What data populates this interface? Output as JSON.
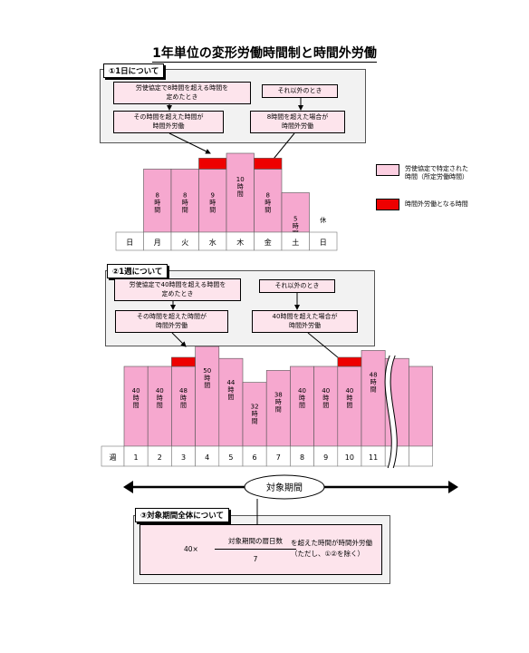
{
  "title": "1年単位の変形労働時間制と時間外労働",
  "section1": {
    "tag": "①1日について",
    "agreement_box": "労使協定で8時間を超える時間を\n定めたとき",
    "other_box": "それ以外のとき",
    "result_left": "その時間を超えた時間が\n時間外労働",
    "result_right": "8時間を超えた場合が\n時間外労働"
  },
  "section2": {
    "tag": "②1週について",
    "agreement_box": "労使協定で40時間を超える時間を\n定めたとき",
    "other_box": "それ以外のとき",
    "result_left": "その時間を超えた時間が\n時間外労働",
    "result_right": "40時間を超えた場合が\n時間外労働"
  },
  "section3": {
    "tag": "③対象期間全体について",
    "prefix": "40×",
    "numerator": "対象期間の暦日数",
    "denominator": "7",
    "suffix_line1": "を超えた時間が時間外労働",
    "suffix_line2": "（ただし、①②を除く）"
  },
  "period_label": "対象期間",
  "legend": [
    {
      "text": "労使協定で特定された\n時間（所定労働時間）",
      "color": "#fccfe1"
    },
    {
      "text": "時間外労働となる時間",
      "color": "#ee0000"
    }
  ],
  "colors": {
    "pink": "#f6a8cf",
    "red": "#ee0000",
    "panel": "#f2f2f2",
    "box": "#fde4ec"
  },
  "chart_data": [
    {
      "type": "bar",
      "categories": [
        "日",
        "月",
        "火",
        "水",
        "木",
        "金",
        "土",
        "日"
      ],
      "values": [
        0,
        8,
        8,
        9,
        10,
        8,
        5,
        0
      ],
      "labels": [
        "",
        "8\n時\n間",
        "8\n時\n間",
        "9\n時\n間",
        "10\n時\n間",
        "8\n時\n間",
        "5\n時\n間",
        "休"
      ],
      "overtime_on_top": [
        false,
        false,
        false,
        true,
        false,
        true,
        false,
        false
      ]
    },
    {
      "type": "bar",
      "axis_label": "週",
      "categories": [
        "1",
        "2",
        "3",
        "4",
        "5",
        "6",
        "7",
        "8",
        "9",
        "10",
        "11",
        "",
        ""
      ],
      "values": [
        40,
        40,
        48,
        50,
        44,
        32,
        38,
        40,
        40,
        40,
        48,
        44,
        40
      ],
      "labels": [
        "40\n時\n間",
        "40\n時\n間",
        "48\n時\n間",
        "50\n時\n間",
        "44\n時\n間",
        "32\n時\n間",
        "38\n時\n間",
        "40\n時\n間",
        "40\n時\n間",
        "40\n時\n間",
        "48\n時\n間",
        "",
        ""
      ],
      "overtime_on_top": [
        false,
        false,
        true,
        false,
        false,
        false,
        false,
        false,
        false,
        true,
        false,
        false,
        false
      ]
    }
  ]
}
